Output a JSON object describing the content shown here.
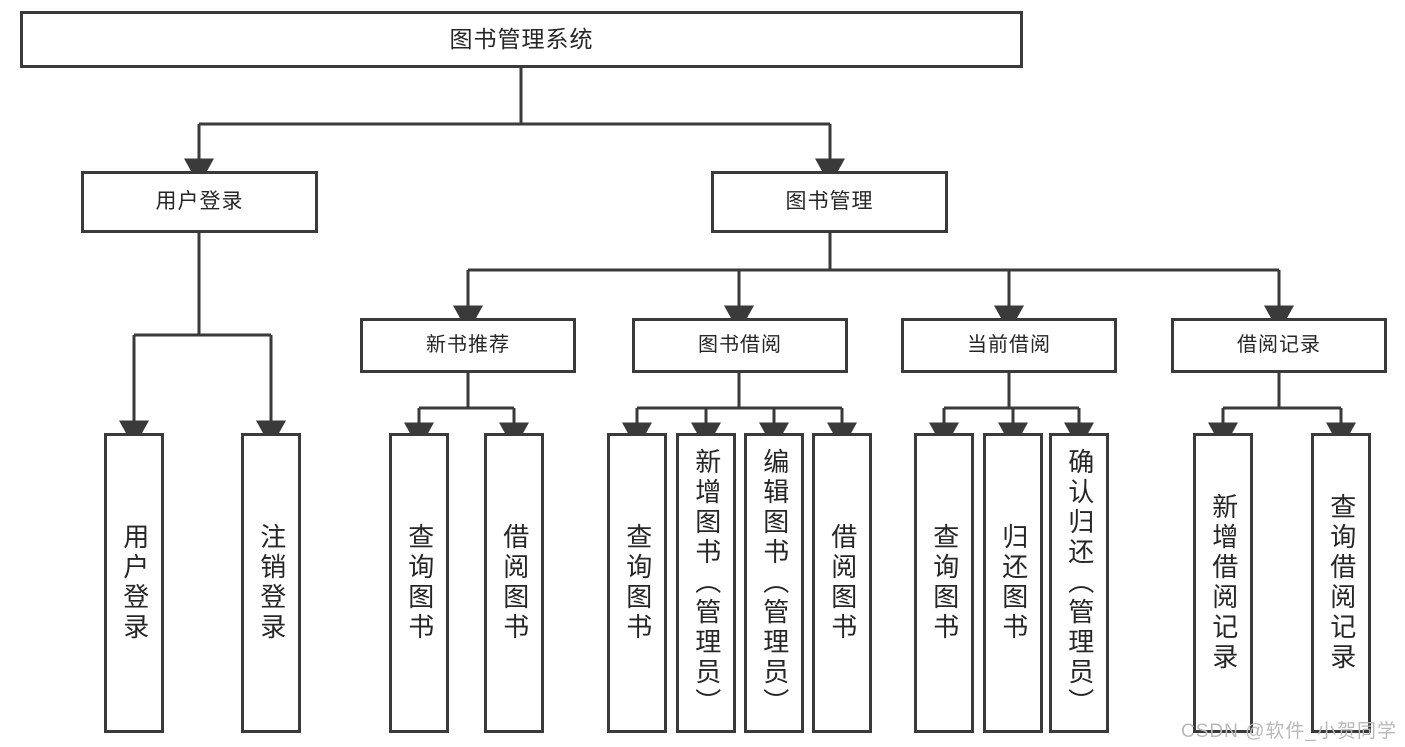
{
  "diagram": {
    "title": "图书管理系统",
    "watermark": "CSDN @软件_小贺同学",
    "line_color": "#3a3a3a",
    "text_color": "#262626",
    "background": "#ffffff",
    "root": {
      "label": "图书管理系统"
    },
    "level2": [
      {
        "label": "用户登录"
      },
      {
        "label": "图书管理"
      }
    ],
    "level3": [
      {
        "label": "新书推荐"
      },
      {
        "label": "图书借阅"
      },
      {
        "label": "当前借阅"
      },
      {
        "label": "借阅记录"
      }
    ],
    "leaves": {
      "user_login": [
        {
          "label": "用户登录"
        },
        {
          "label": "注销登录"
        }
      ],
      "new_book_recommend": [
        {
          "label": "查询图书"
        },
        {
          "label": "借阅图书"
        }
      ],
      "book_borrow": [
        {
          "label": "查询图书"
        },
        {
          "label": "新增图书（管理员）"
        },
        {
          "label": "编辑图书（管理员）"
        },
        {
          "label": "借阅图书"
        }
      ],
      "current_borrow": [
        {
          "label": "查询图书"
        },
        {
          "label": "归还图书"
        },
        {
          "label": "确认归还（管理员）"
        }
      ],
      "borrow_record": [
        {
          "label": "新增借阅记录"
        },
        {
          "label": "查询借阅记录"
        }
      ]
    }
  }
}
